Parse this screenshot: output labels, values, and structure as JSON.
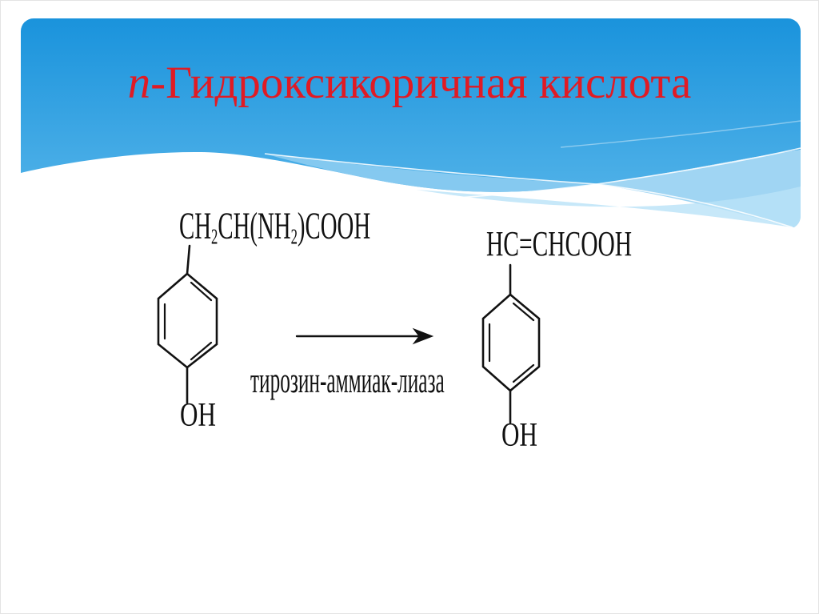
{
  "slide": {
    "title": {
      "prefix_italic": "п",
      "rest": "-Гидроксикоричная кислота",
      "color": "#e01b24"
    },
    "reaction": {
      "left_structure": {
        "compound": "tyrosine",
        "formula_parts": [
          {
            "t": "CH"
          },
          {
            "sub": "2"
          },
          {
            "t": "CH(NH"
          },
          {
            "sub": "2"
          },
          {
            "t": ")COOH"
          }
        ],
        "hydroxyl_label": "OH"
      },
      "arrow_label": "тирозин-аммиак-лиаза",
      "right_structure": {
        "compound": "p-hydroxycinnamic-acid",
        "formula": "HC=CHCOOH",
        "hydroxyl_label": "OH"
      }
    },
    "theme": {
      "header_blue_top": "#1a93dc",
      "header_blue_bottom": "#4fb1e8",
      "ribbon_blue_mid": "#8fcef1",
      "ribbon_blue_light": "#b9e2f8",
      "wave_line_white": "#ffffff",
      "title_red": "#e01b24",
      "ink": "#111111"
    }
  }
}
